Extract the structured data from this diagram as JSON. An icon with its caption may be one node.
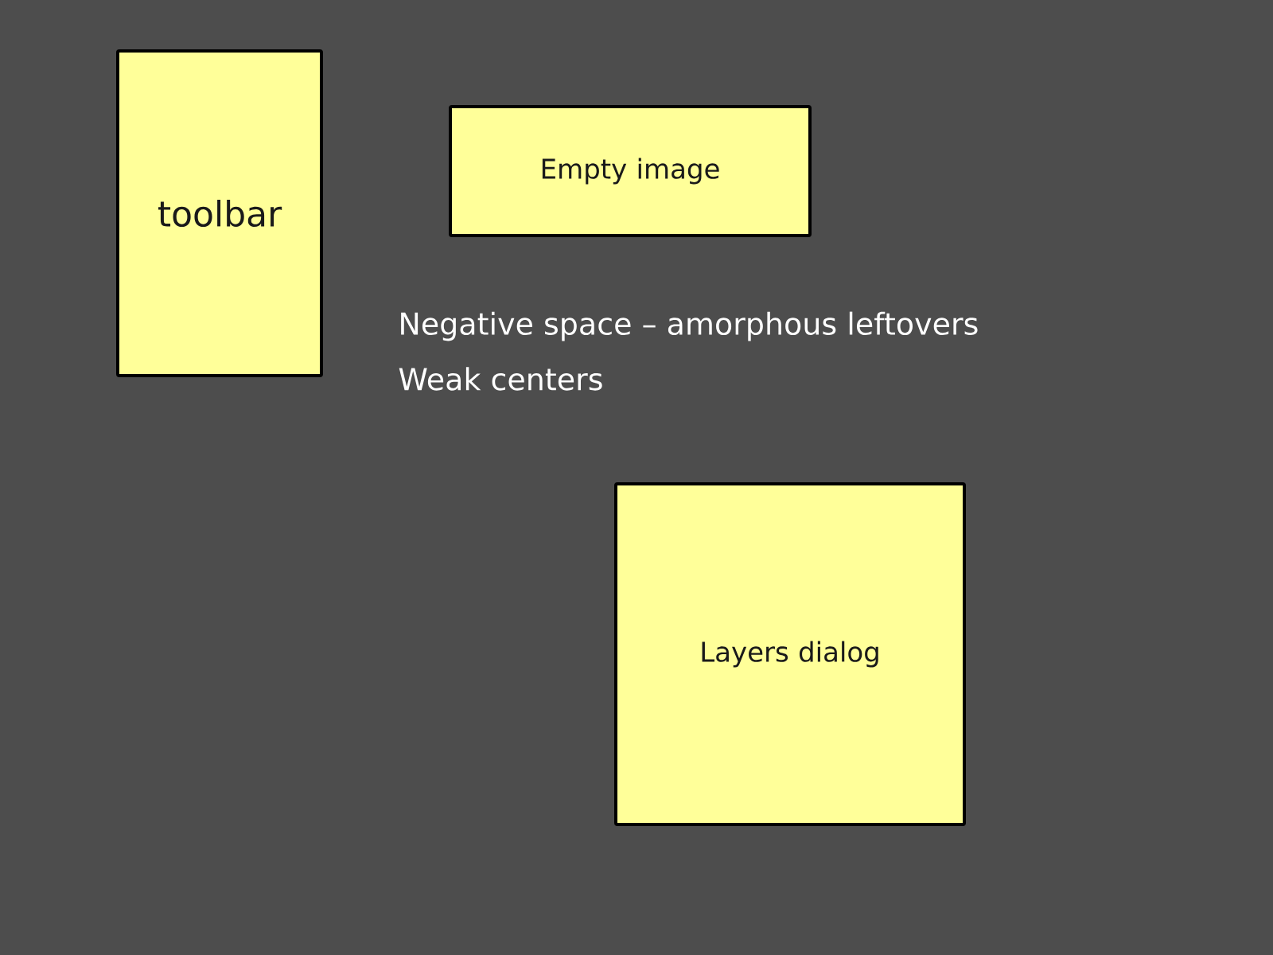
{
  "diagram": {
    "nodes": [
      {
        "text": [
          "toolbar"
        ]
      },
      {
        "text": [
          "Empty image"
        ]
      },
      {
        "text": [
          "Layers dialog"
        ]
      }
    ],
    "labels": [
      "Negative space – amorphous leftovers",
      "Weak centers"
    ]
  }
}
